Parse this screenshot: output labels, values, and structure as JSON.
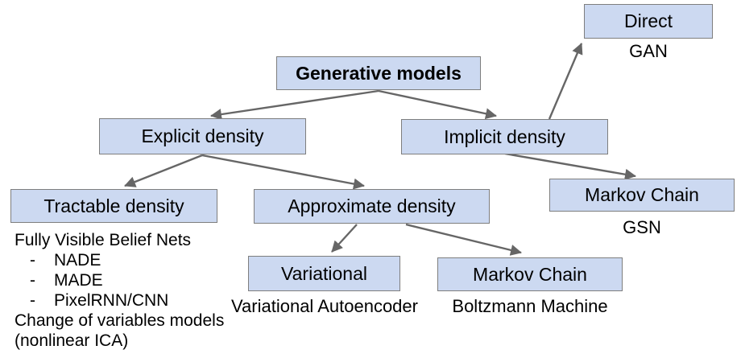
{
  "diagram": {
    "type": "tree",
    "colors": {
      "box_fill": "#ccd9f1",
      "box_border": "#7e7e7e",
      "arrow": "#666666",
      "text": "#000000",
      "background": "#ffffff"
    }
  },
  "nodes": {
    "generative": {
      "label": "Generative models"
    },
    "explicit": {
      "label": "Explicit density"
    },
    "implicit": {
      "label": "Implicit density"
    },
    "direct": {
      "label": "Direct"
    },
    "tractable": {
      "label": "Tractable density"
    },
    "approximate": {
      "label": "Approximate density"
    },
    "variational": {
      "label": "Variational"
    },
    "markov_bottom": {
      "label": "Markov Chain"
    },
    "markov_right": {
      "label": "Markov Chain"
    }
  },
  "sublabels": {
    "gan": "GAN",
    "gsn": "GSN",
    "variational_autoencoder": "Variational Autoencoder",
    "boltzmann_machine": "Boltzmann Machine"
  },
  "notes": {
    "title": "Fully Visible Belief Nets",
    "bullet_marker": "-",
    "bullets": [
      "NADE",
      "MADE",
      "PixelRNN/CNN"
    ],
    "footer": [
      "Change of variables models",
      "(nonlinear ICA)"
    ]
  },
  "edges": [
    {
      "from": "generative",
      "to": "explicit"
    },
    {
      "from": "generative",
      "to": "implicit"
    },
    {
      "from": "implicit",
      "to": "direct"
    },
    {
      "from": "implicit",
      "to": "markov_right"
    },
    {
      "from": "explicit",
      "to": "tractable"
    },
    {
      "from": "explicit",
      "to": "approximate"
    },
    {
      "from": "approximate",
      "to": "variational"
    },
    {
      "from": "approximate",
      "to": "markov_bottom"
    }
  ]
}
